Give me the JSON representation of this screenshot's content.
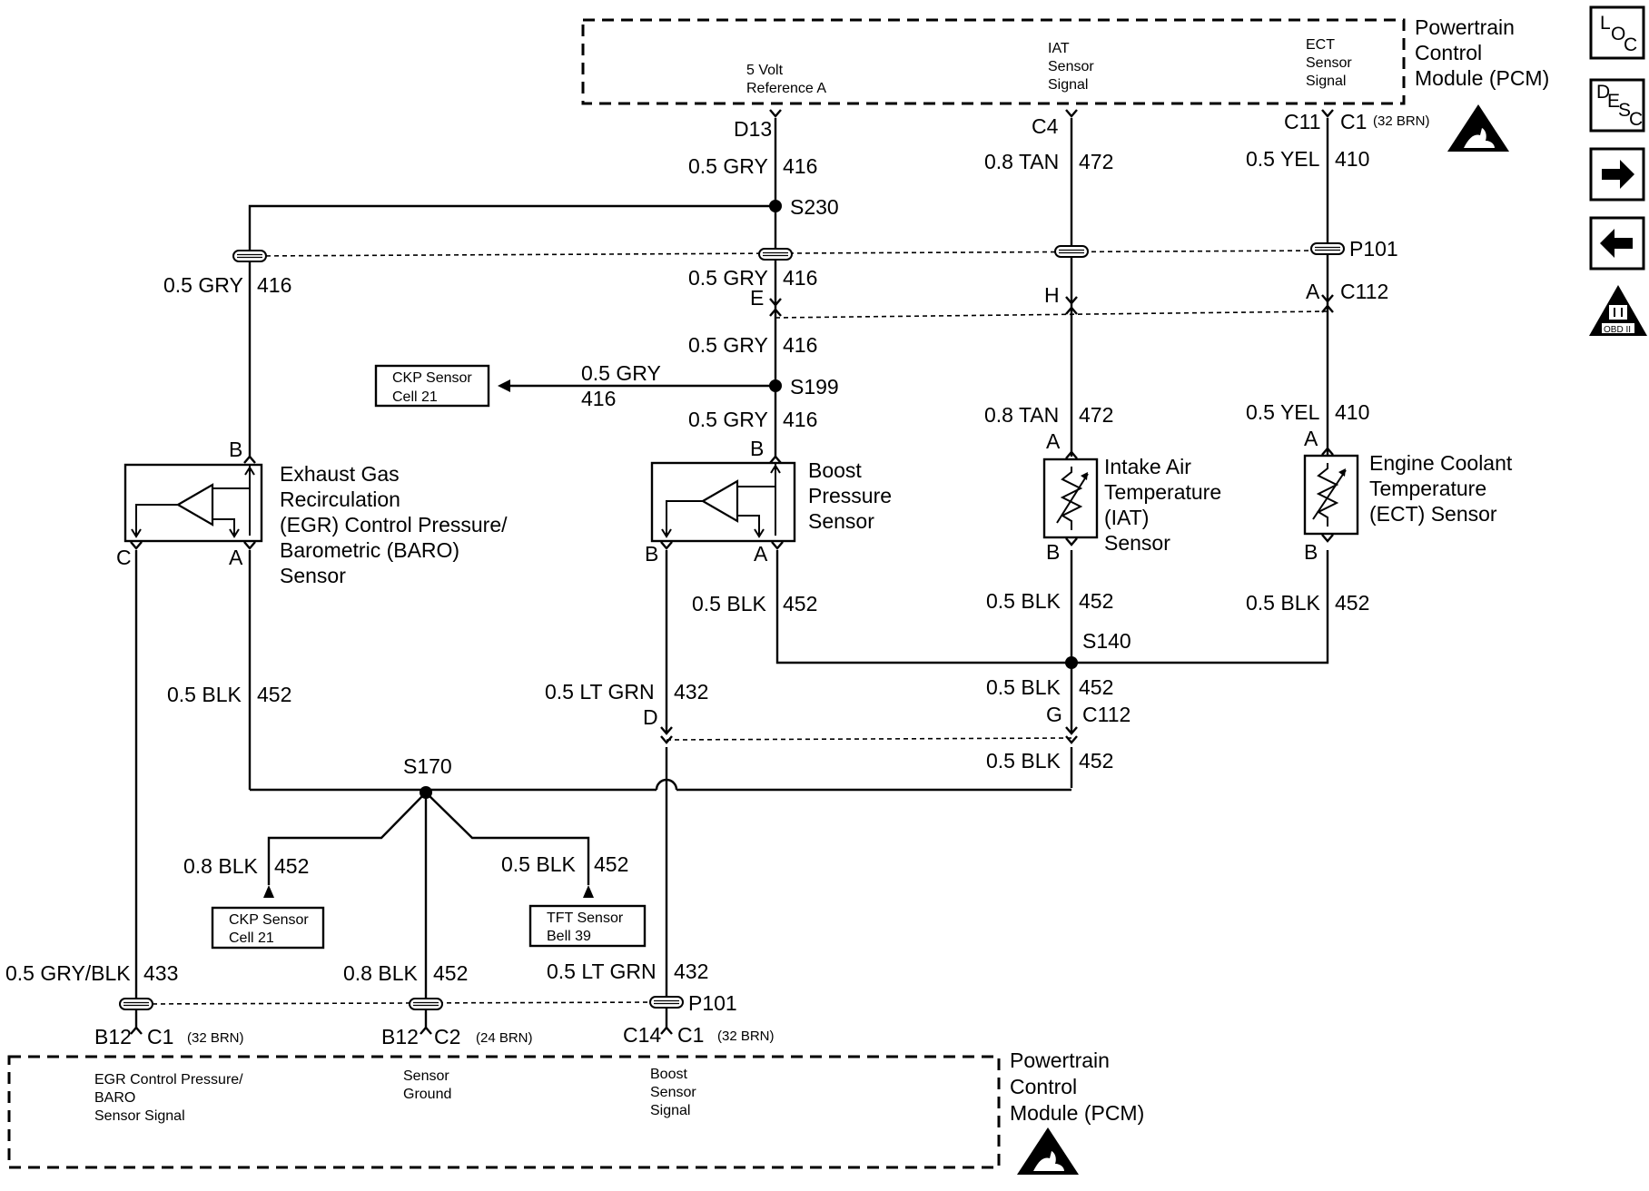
{
  "pcm_top": {
    "title": [
      "Powertrain",
      "Control",
      "Module (PCM)"
    ],
    "pin_functions": {
      "ref5v": [
        "5 Volt",
        "Reference A"
      ],
      "iat": [
        "IAT",
        "Sensor",
        "Signal"
      ],
      "ect": [
        "ECT",
        "Sensor",
        "Signal"
      ]
    },
    "pins": {
      "d13": "D13",
      "c4": "C4",
      "c11": "C11",
      "c1": "C1",
      "c1_note": "(32 BRN)"
    }
  },
  "pcm_bottom": {
    "title": [
      "Powertrain",
      "Control",
      "Module (PCM)"
    ],
    "pin_functions": {
      "egr": [
        "EGR Control Pressure/",
        "BARO",
        "Sensor Signal"
      ],
      "ground": [
        "Sensor",
        "Ground"
      ],
      "boost": [
        "Boost",
        "Sensor",
        "Signal"
      ]
    },
    "pins": [
      {
        "pin": "B12",
        "conn": "C1",
        "note": "(32 BRN)"
      },
      {
        "pin": "B12",
        "conn": "C2",
        "note": "(24 BRN)"
      },
      {
        "pin": "C14",
        "conn": "C1",
        "note": "(32 BRN)"
      }
    ]
  },
  "wires": {
    "gry": "0.5 GRY",
    "c416": "416",
    "tan": "0.8 TAN",
    "c472": "472",
    "yel": "0.5 YEL",
    "c410": "410",
    "blk05": "0.5 BLK",
    "blk08": "0.8 BLK",
    "c452": "452",
    "ltgrn": "0.5 LT GRN",
    "c432": "432",
    "gryblk": "0.5 GRY/BLK",
    "c433": "433"
  },
  "splices": {
    "s230": "S230",
    "s199": "S199",
    "s140": "S140",
    "s170": "S170"
  },
  "connectors": {
    "p101": "P101",
    "c112": "C112",
    "e": "E",
    "h": "H",
    "a": "A",
    "b": "B",
    "c": "C",
    "d": "D",
    "g": "G"
  },
  "components": {
    "egr": [
      "Exhaust Gas",
      "Recirculation",
      "(EGR) Control Pressure/",
      "Barometric (BARO)",
      "Sensor"
    ],
    "boost": [
      "Boost",
      "Pressure",
      "Sensor"
    ],
    "iat": [
      "Intake Air",
      "Temperature",
      "(IAT)",
      "Sensor"
    ],
    "ect": [
      "Engine Coolant",
      "Temperature",
      "(ECT) Sensor"
    ]
  },
  "references": {
    "ckp_top": [
      "CKP Sensor",
      "Cell 21"
    ],
    "ckp_bottom": [
      "CKP Sensor",
      "Cell 21"
    ],
    "tft": [
      "TFT Sensor",
      "Bell 39"
    ]
  },
  "nav": {
    "loc": [
      "L",
      "O",
      "C"
    ],
    "desc": [
      "D",
      "E",
      "S",
      "C"
    ],
    "obd": "OBD II"
  }
}
